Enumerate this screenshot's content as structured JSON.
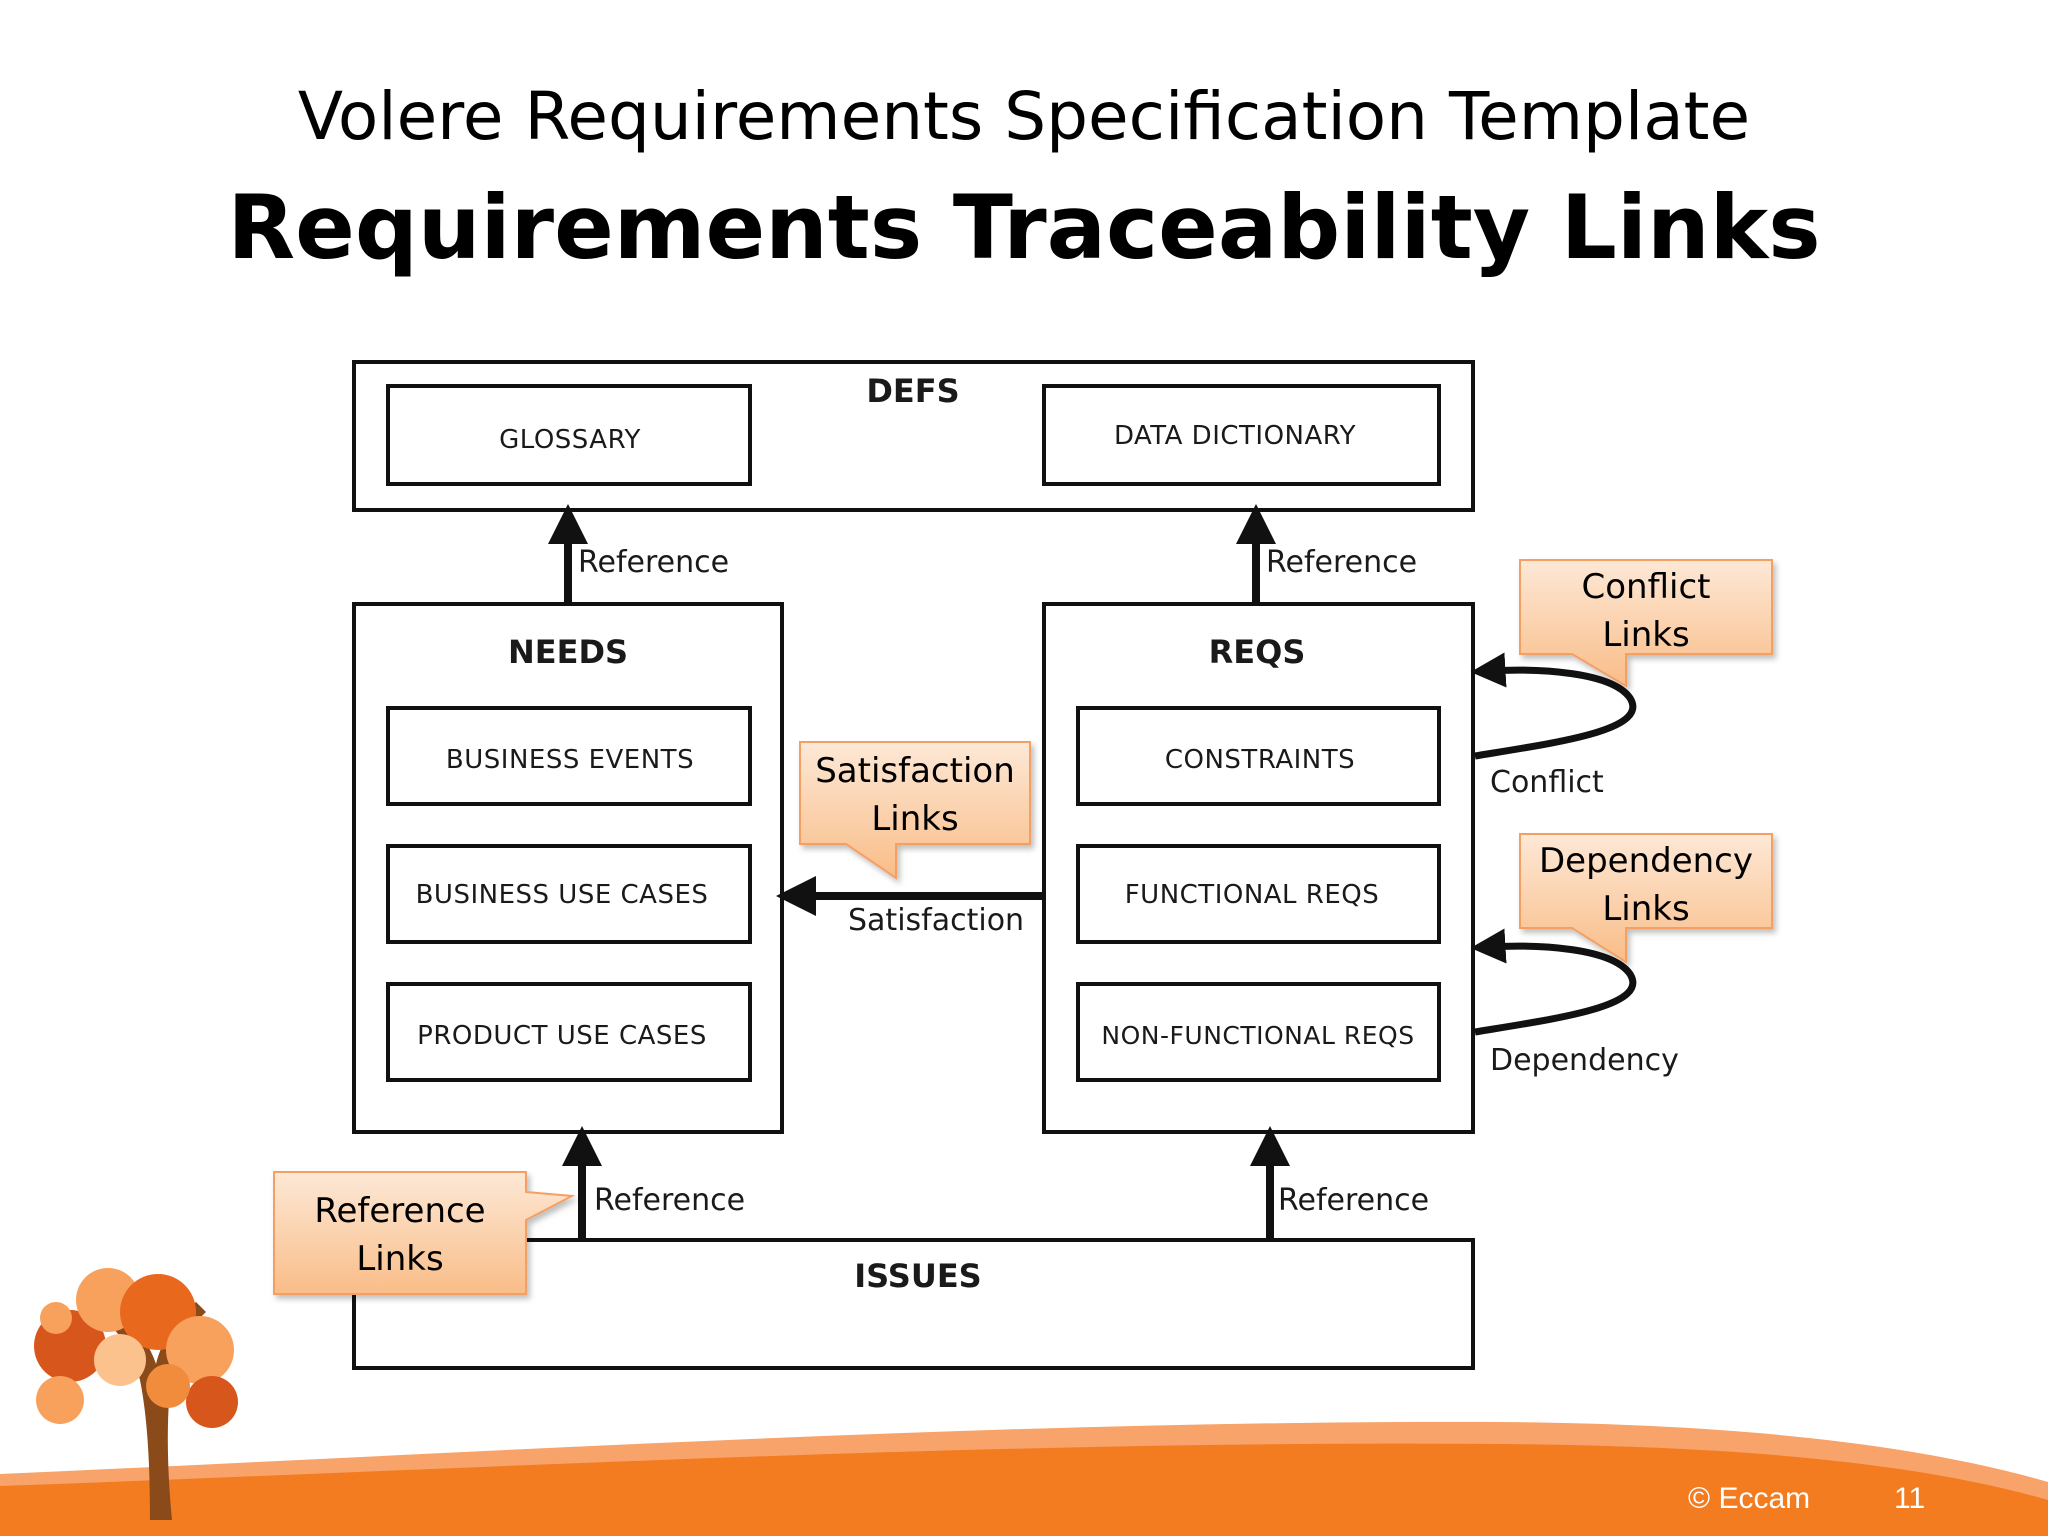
{
  "slide": {
    "subtitle": "Volere Requirements Specification Template",
    "title": "Requirements Traceability Links"
  },
  "diagram": {
    "defs": {
      "label": "DEFS",
      "glossary": "GLOSSARY",
      "data_dictionary": "DATA DICTIONARY"
    },
    "needs": {
      "label": "NEEDS",
      "business_events": "BUSINESS EVENTS",
      "business_use_cases": "BUSINESS USE CASES",
      "product_use_cases": "PRODUCT USE CASES"
    },
    "reqs": {
      "label": "REQS",
      "constraints": "CONSTRAINTS",
      "functional_reqs": "FUNCTIONAL REQS",
      "non_functional_reqs": "NON-FUNCTIONAL REQS"
    },
    "issues": {
      "label": "ISSUES"
    },
    "links": {
      "reference_needs_defs": "Reference",
      "reference_reqs_defs": "Reference",
      "reference_issues_needs": "Reference",
      "reference_issues_reqs": "Reference",
      "satisfaction": "Satisfaction",
      "conflict": "Conflict",
      "dependency": "Dependency"
    },
    "callouts": {
      "conflict": {
        "line1": "Conflict",
        "line2": "Links"
      },
      "dependency": {
        "line1": "Dependency",
        "line2": "Links"
      },
      "satisfaction": {
        "line1": "Satisfaction",
        "line2": "Links"
      },
      "reference": {
        "line1": "Reference",
        "line2": "Links"
      }
    }
  },
  "footer": {
    "copyright": "© Eccam",
    "page_number": "11"
  },
  "colors": {
    "callout_fill_top": "#fde3cc",
    "callout_fill_bottom": "#f9c08e",
    "callout_border": "#f4a064",
    "footer_orange": "#f37b20",
    "tree_dark": "#d6561c",
    "tree_light": "#f7a15c"
  }
}
